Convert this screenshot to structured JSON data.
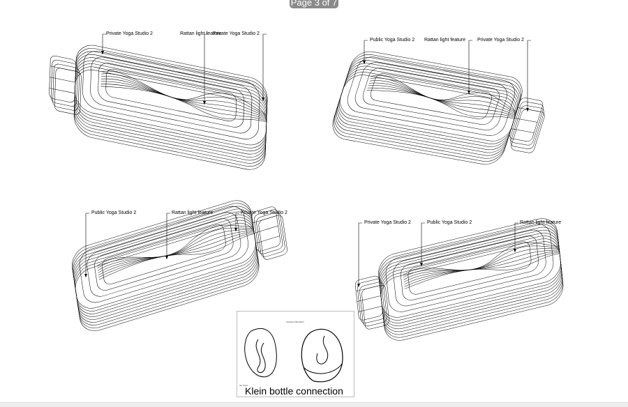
{
  "viewer": {
    "page_indicator": "Page 3 of 7"
  },
  "views": [
    {
      "labels": [
        "Private Yoga Studio 2",
        "Rattan light feature",
        "Private Yoga Studio 2"
      ]
    },
    {
      "labels": [
        "Public Yoga Studio 2",
        "Rattan light feature",
        "Private Yoga Studio 2"
      ]
    },
    {
      "labels": [
        "Public Yoga Studio 2",
        "Rattan light feature",
        "Private Yoga Studio 2"
      ]
    },
    {
      "labels": [
        "Private Yoga Studio 2",
        "Public Yoga Studio 2",
        "Rattan light feature"
      ]
    }
  ],
  "inset": {
    "caption": "Klein bottle connection",
    "project": "VAGIGA PROJECT",
    "name": "Ian Fears"
  }
}
